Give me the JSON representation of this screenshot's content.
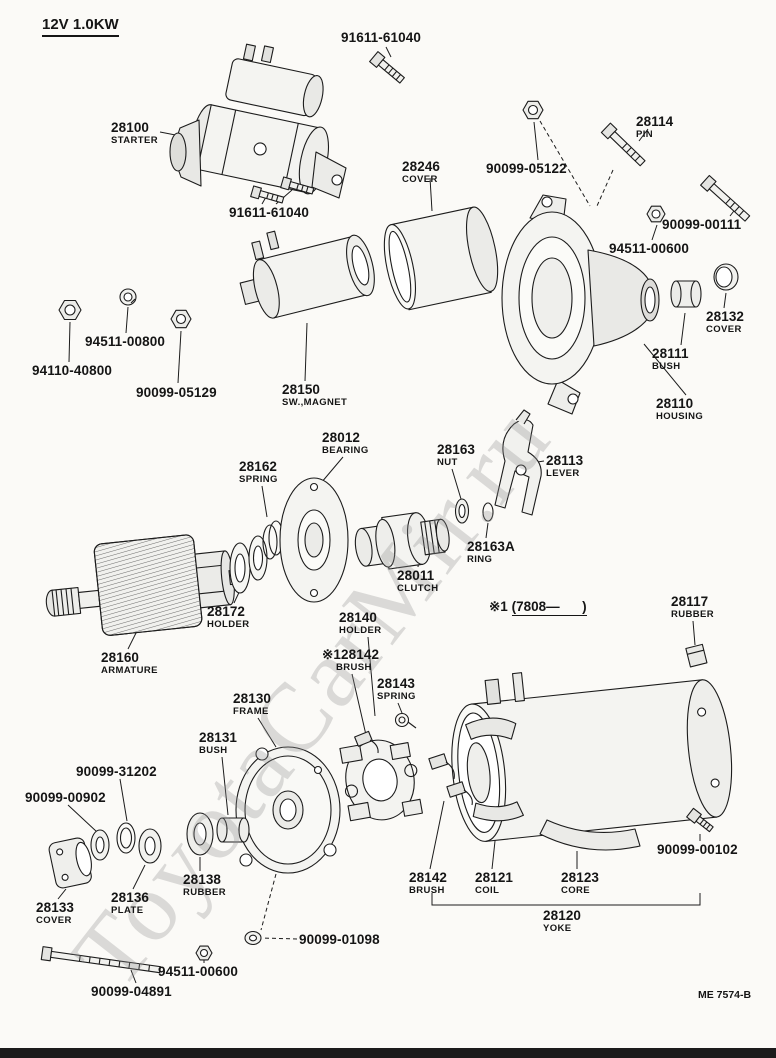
{
  "header": {
    "spec": "12V 1.0KW"
  },
  "note": {
    "prefix": "※1",
    "range": "(7808—      )"
  },
  "footer": {
    "doc_code": "ME 7574-B"
  },
  "watermark": {
    "text": "ToyotaCarMir.ru"
  },
  "parts": [
    {
      "no": "91611-61040",
      "nm": ""
    },
    {
      "no": "28100",
      "nm": "STARTER"
    },
    {
      "no": "91611-61040",
      "nm": ""
    },
    {
      "no": "28246",
      "nm": "COVER"
    },
    {
      "no": "90099-05122",
      "nm": ""
    },
    {
      "no": "28114",
      "nm": "PIN"
    },
    {
      "no": "90099-00111",
      "nm": ""
    },
    {
      "no": "94511-00600",
      "nm": ""
    },
    {
      "no": "28132",
      "nm": "COVER"
    },
    {
      "no": "28111",
      "nm": "BUSH"
    },
    {
      "no": "28110",
      "nm": "HOUSING"
    },
    {
      "no": "94511-00800",
      "nm": ""
    },
    {
      "no": "94110-40800",
      "nm": ""
    },
    {
      "no": "90099-05129",
      "nm": ""
    },
    {
      "no": "28150",
      "nm": "SW.,MAGNET"
    },
    {
      "no": "28012",
      "nm": "BEARING"
    },
    {
      "no": "28162",
      "nm": "SPRING"
    },
    {
      "no": "28163",
      "nm": "NUT"
    },
    {
      "no": "28113",
      "nm": "LEVER"
    },
    {
      "no": "28163A",
      "nm": "RING"
    },
    {
      "no": "28011",
      "nm": "CLUTCH"
    },
    {
      "no": "28172",
      "nm": "HOLDER"
    },
    {
      "no": "28160",
      "nm": "ARMATURE"
    },
    {
      "no": "28140",
      "nm": "HOLDER"
    },
    {
      "no": "28117",
      "nm": "RUBBER"
    },
    {
      "no": "※128142",
      "nm": "BRUSH"
    },
    {
      "no": "28143",
      "nm": "SPRING"
    },
    {
      "no": "28130",
      "nm": "FRAME"
    },
    {
      "no": "28131",
      "nm": "BUSH"
    },
    {
      "no": "90099-31202",
      "nm": ""
    },
    {
      "no": "90099-00902",
      "nm": ""
    },
    {
      "no": "28138",
      "nm": "RUBBER"
    },
    {
      "no": "28133",
      "nm": "COVER"
    },
    {
      "no": "28136",
      "nm": "PLATE"
    },
    {
      "no": "28142",
      "nm": "BRUSH"
    },
    {
      "no": "28121",
      "nm": "COIL"
    },
    {
      "no": "28123",
      "nm": "CORE"
    },
    {
      "no": "90099-00102",
      "nm": ""
    },
    {
      "no": "28120",
      "nm": "YOKE"
    },
    {
      "no": "90099-01098",
      "nm": ""
    },
    {
      "no": "94511-00600",
      "nm": ""
    },
    {
      "no": "90099-04891",
      "nm": ""
    }
  ]
}
